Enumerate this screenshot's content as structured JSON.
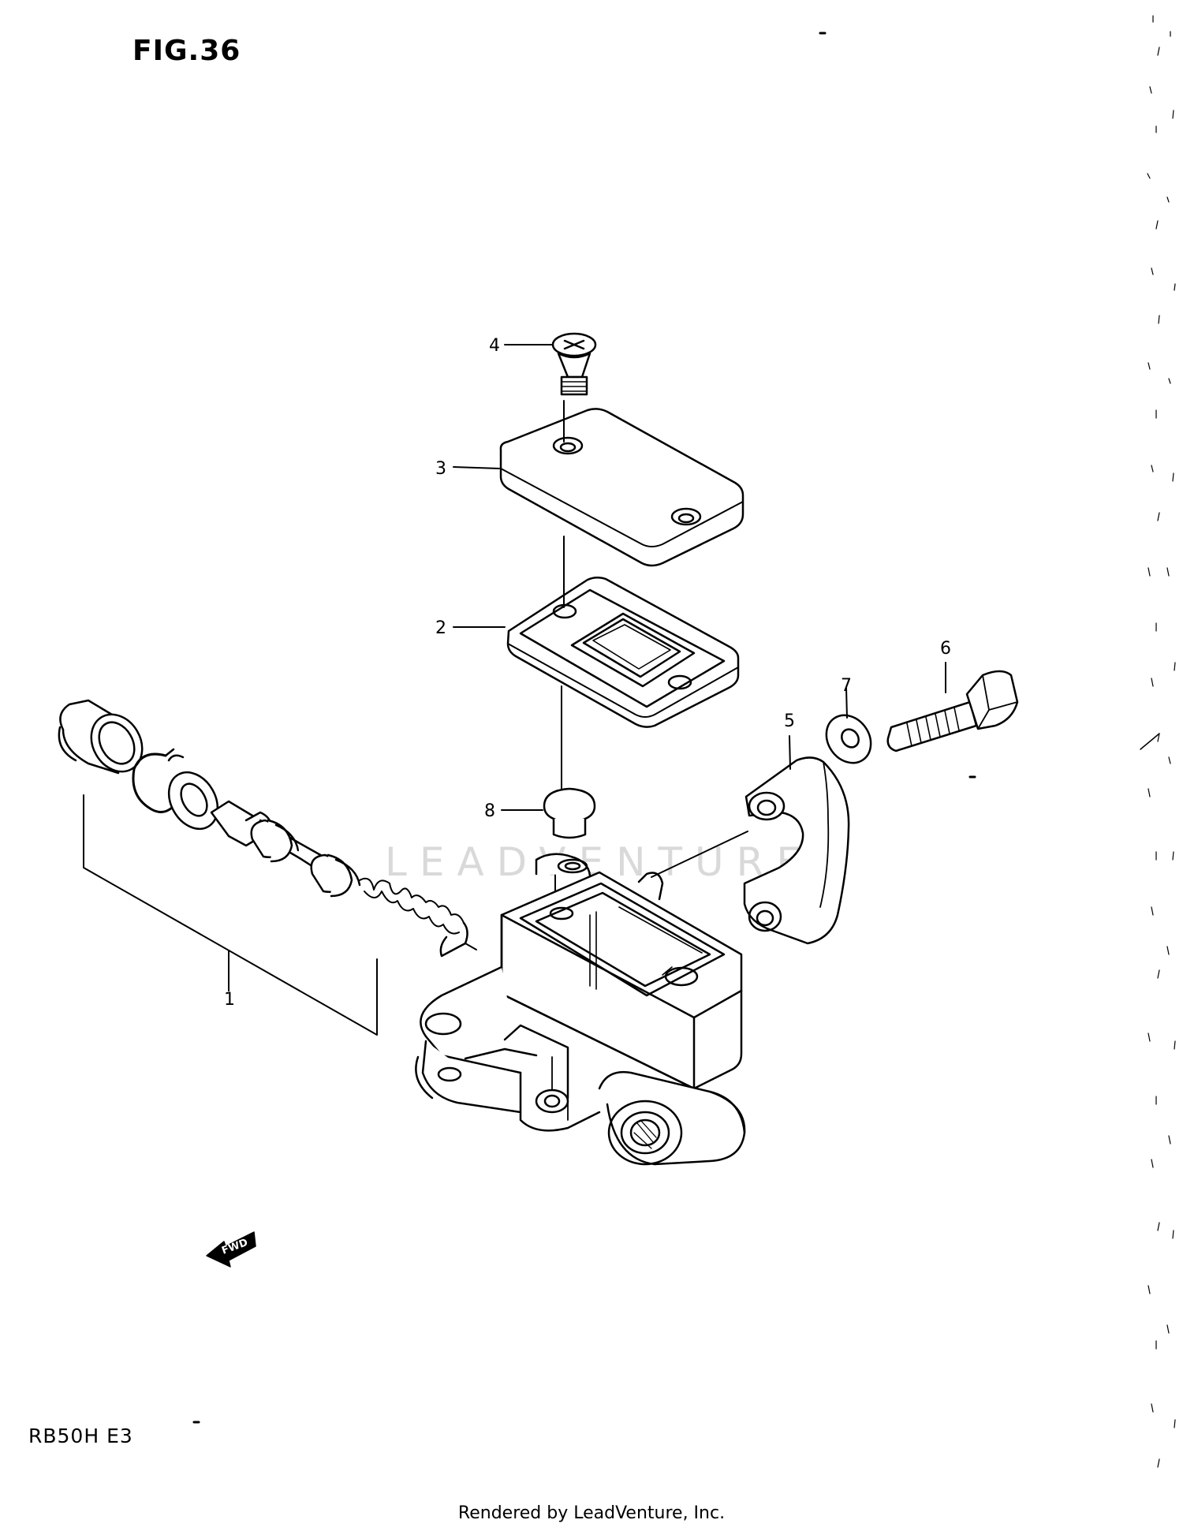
{
  "figure": {
    "title": "FIG.36",
    "model_code": "RB50H E3"
  },
  "callouts": [
    {
      "number": "1",
      "part": "piston-set"
    },
    {
      "number": "2",
      "part": "diaphragm"
    },
    {
      "number": "3",
      "part": "reservoir-cap"
    },
    {
      "number": "4",
      "part": "cap-screw"
    },
    {
      "number": "5",
      "part": "holder-clamp"
    },
    {
      "number": "6",
      "part": "clamp-bolt"
    },
    {
      "number": "7",
      "part": "washer"
    },
    {
      "number": "8",
      "part": "cap"
    }
  ],
  "direction_indicator": "FWD",
  "watermark": "LEADVENTURE",
  "footer": "Rendered by LeadVenture, Inc.",
  "colors": {
    "line": "#000000",
    "background": "#ffffff",
    "watermark": "#d9d9d9"
  }
}
